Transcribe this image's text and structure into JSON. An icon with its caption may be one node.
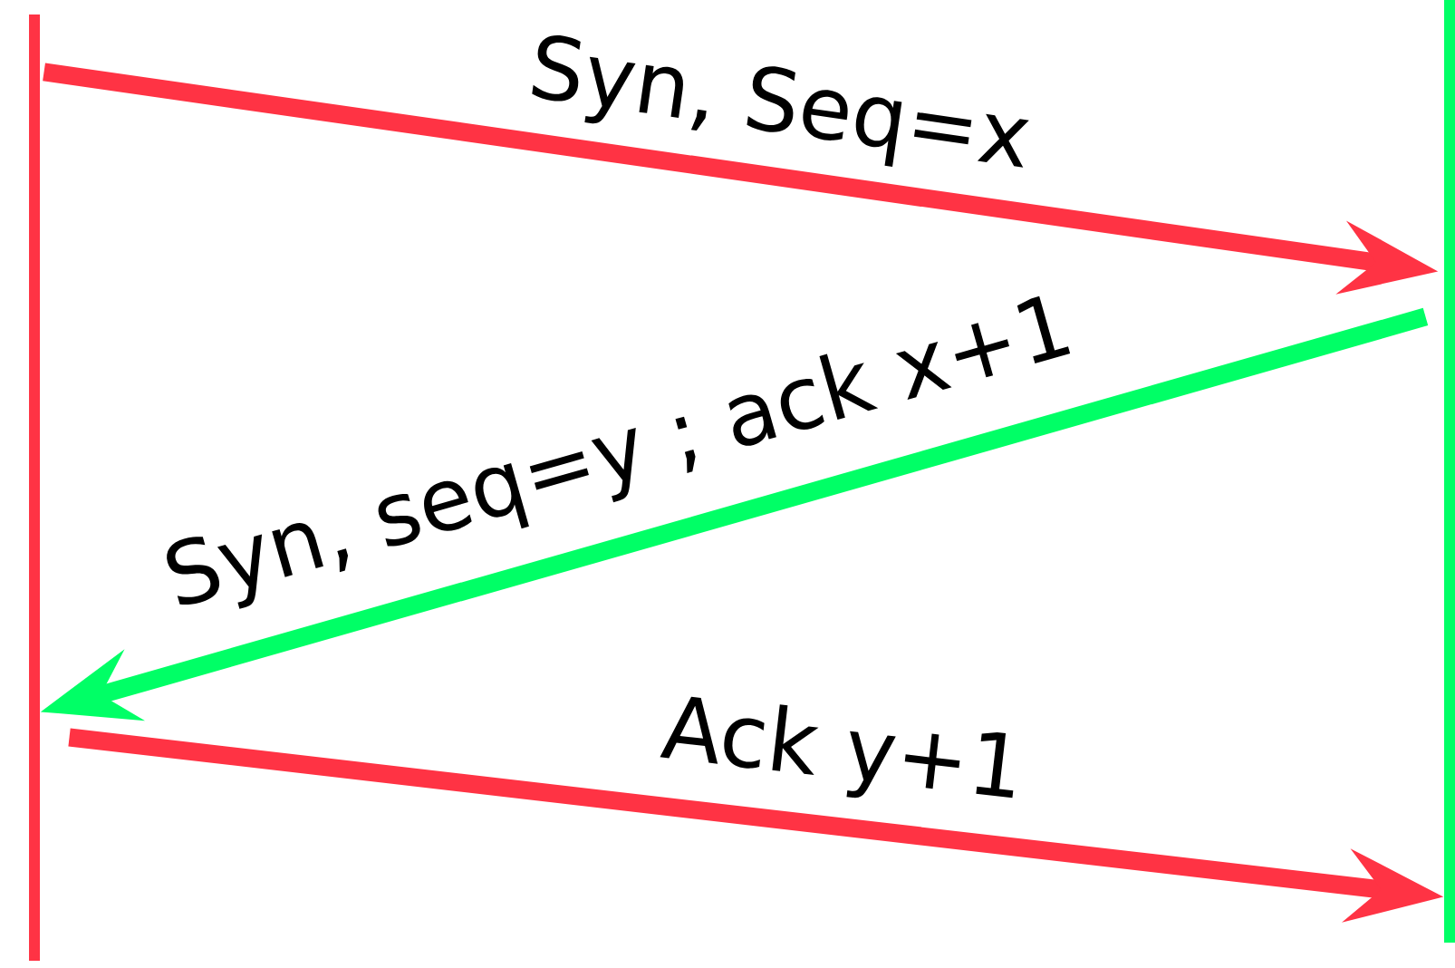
{
  "diagram": {
    "nodes": [
      {
        "text": [],
        "shape": "bar"
      },
      {
        "text": [],
        "shape": "bar"
      }
    ],
    "edges": [
      {
        "from": 0,
        "to": 1,
        "arrow": "to",
        "label": "Syn, Seq=x"
      },
      {
        "from": 1,
        "to": 0,
        "arrow": "to",
        "label": "Syn, seq=y ; ack x+1",
        "color": "#00ff66"
      },
      {
        "from": 0,
        "to": 1,
        "arrow": "to",
        "label": "Ack y+1"
      }
    ]
  }
}
